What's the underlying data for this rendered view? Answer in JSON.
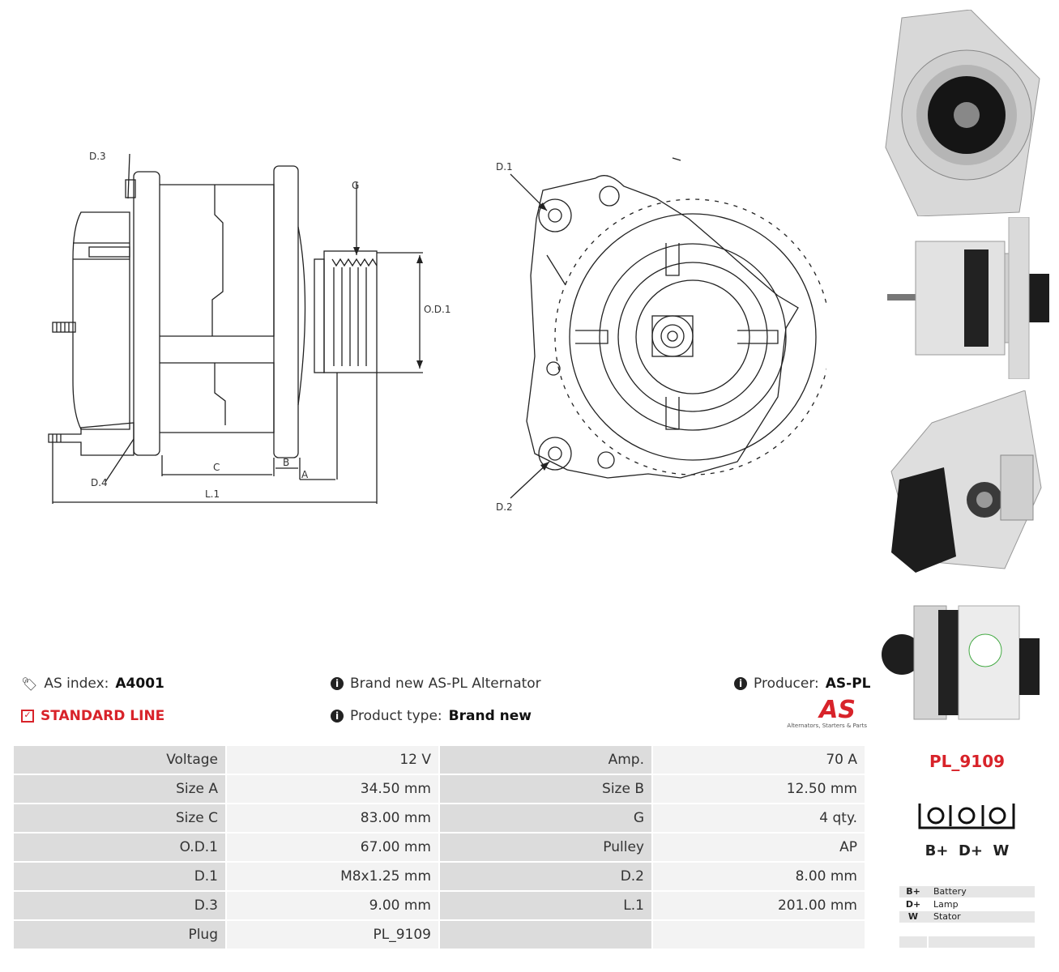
{
  "diagram_left": {
    "labels": {
      "d3": "D.3",
      "g": "G",
      "od1": "O.D.1",
      "d4": "D.4",
      "c": "C",
      "b": "B",
      "a": "A",
      "l1": "L.1"
    }
  },
  "diagram_front": {
    "labels": {
      "d1": "D.1",
      "d2": "D.2"
    }
  },
  "info": {
    "as_index_label": "AS index:",
    "as_index_value": "A4001",
    "standard_line": "STANDARD LINE",
    "brand_text": "Brand new AS-PL Alternator",
    "product_type_label": "Product type:",
    "product_type_value": "Brand new",
    "producer_label": "Producer:",
    "producer_value": "AS-PL"
  },
  "logo": {
    "text": "AS",
    "tagline": "Alternators, Starters & Parts",
    "color": "#d8232a"
  },
  "specs": [
    [
      "Voltage",
      "12 V",
      "Amp.",
      "70 A"
    ],
    [
      "Size A",
      "34.50 mm",
      "Size B",
      "12.50 mm"
    ],
    [
      "Size C",
      "83.00 mm",
      "G",
      "4 qty."
    ],
    [
      "O.D.1",
      "67.00 mm",
      "Pulley",
      "AP"
    ],
    [
      "D.1",
      "M8x1.25 mm",
      "D.2",
      "8.00 mm"
    ],
    [
      "D.3",
      "9.00 mm",
      "L.1",
      "201.00 mm"
    ],
    [
      "Plug",
      "PL_9109",
      "",
      ""
    ]
  ],
  "plug": {
    "code": "PL_9109",
    "terminals": "B+  D+  W",
    "legend": [
      {
        "code": "B+",
        "desc": "Battery"
      },
      {
        "code": "D+",
        "desc": "Lamp"
      },
      {
        "code": "W",
        "desc": "Stator"
      },
      {
        "code": "",
        "desc": ""
      }
    ]
  },
  "colors": {
    "accent": "#d8232a",
    "label_cell": "#dcdcdc",
    "value_cell": "#f3f3f3"
  }
}
